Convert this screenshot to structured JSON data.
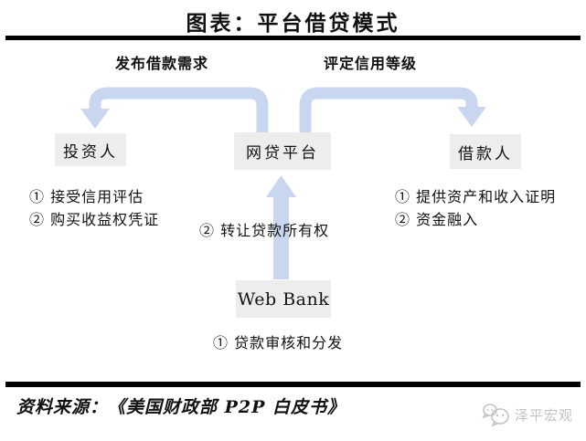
{
  "title": "图表：平台借贷模式",
  "flow_labels": {
    "left": "发布借款需求",
    "right": "评定信用等级"
  },
  "nodes": {
    "investor": "投资人",
    "platform": "网贷平台",
    "borrower": "借款人",
    "bank": "Web Bank"
  },
  "annotations": {
    "investor_line1": "① 接受信用评估",
    "investor_line2": "② 购买收益权凭证",
    "platform_note": "② 转让贷款所有权",
    "borrower_line1": "① 提供资产和收入证明",
    "borrower_line2": "② 资金融入",
    "bank_note": "① 贷款审核和分发"
  },
  "footer": {
    "source": "资料来源：《美国财政部 P2P 白皮书》",
    "brand": "泽平宏观"
  },
  "colors": {
    "arrow": "#c8d7ef",
    "box_fill": "#ededed",
    "rule": "#000000",
    "brand_gray": "#c3c3c3"
  }
}
